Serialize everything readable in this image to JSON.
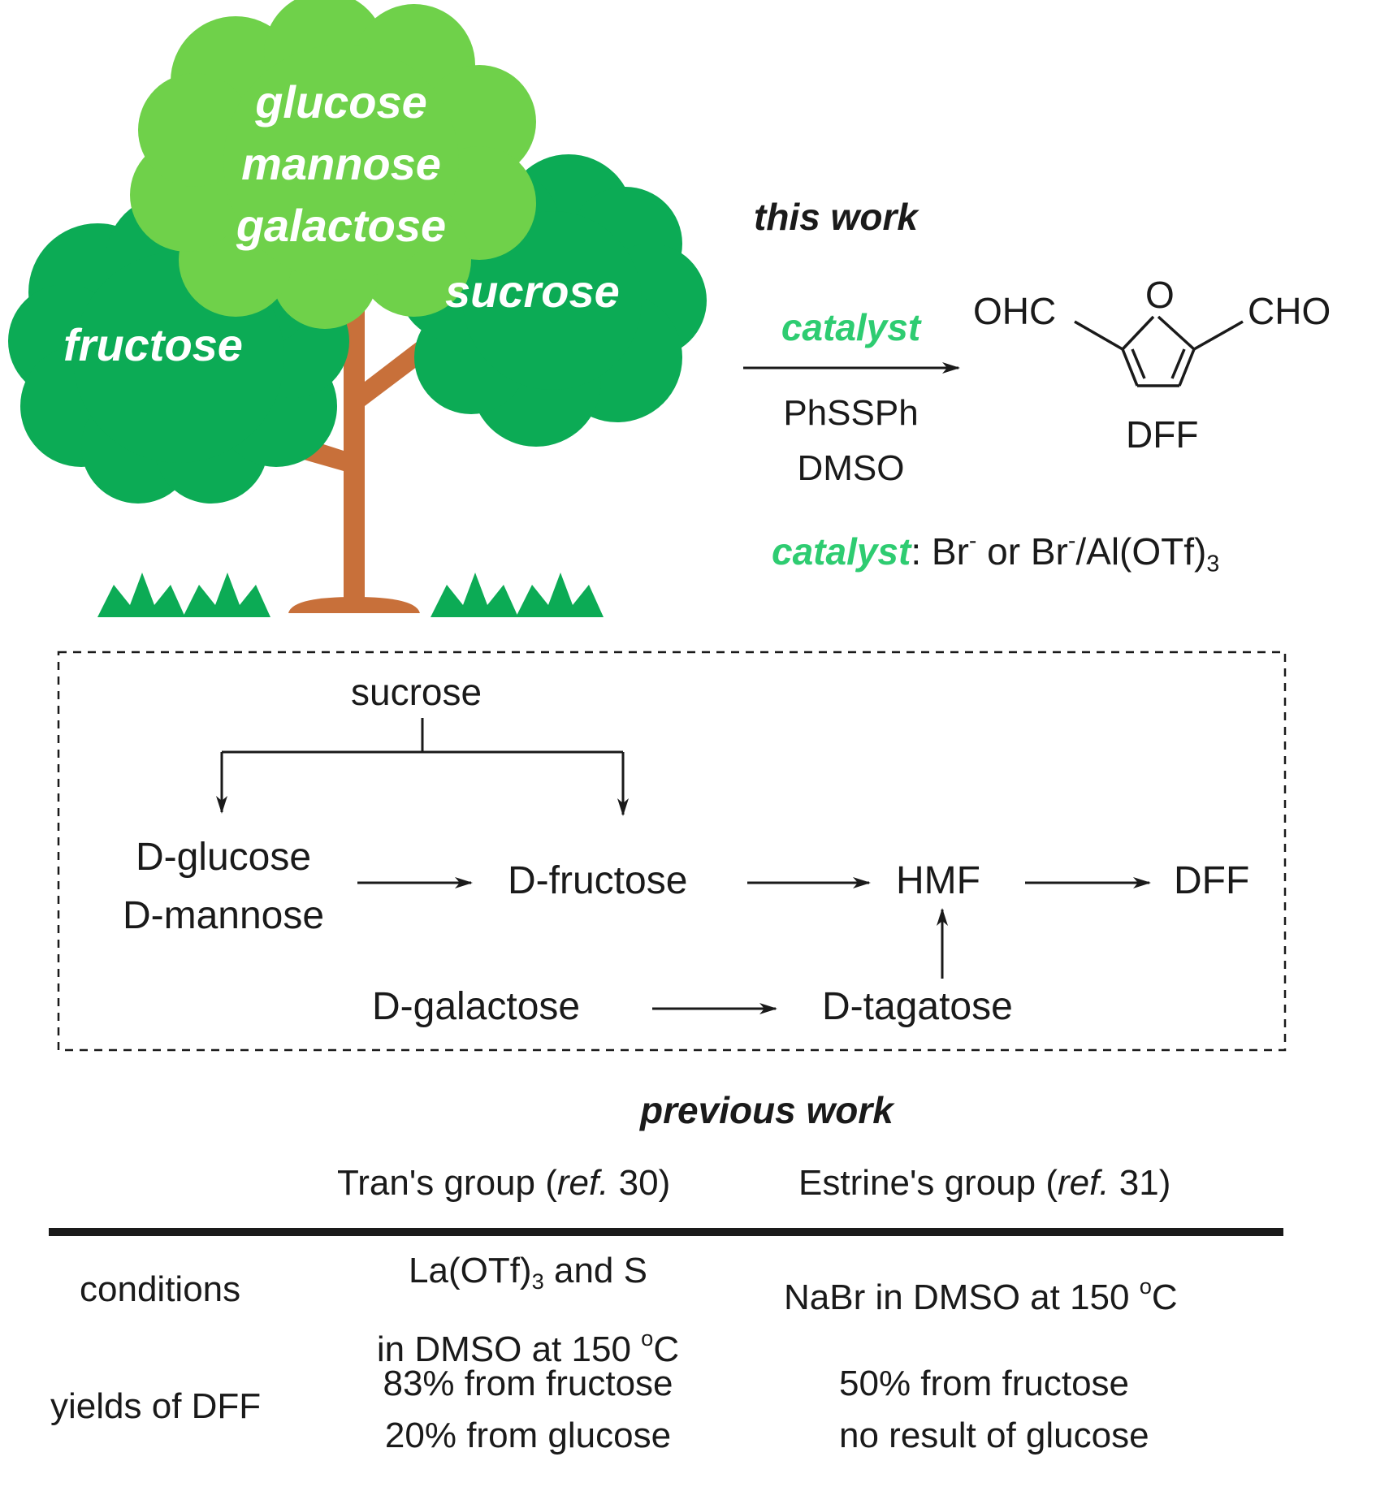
{
  "tree": {
    "top_cloud": [
      "glucose",
      "mannose",
      "galactose"
    ],
    "left_cloud": "fructose",
    "right_cloud": "sucrose"
  },
  "this_work": {
    "heading": "this work",
    "arrow_top": "catalyst",
    "arrow_bottom": [
      "PhSSPh",
      "DMSO"
    ],
    "product_left": "OHC",
    "product_ring_atom": "O",
    "product_right": "CHO",
    "product_name": "DFF",
    "catalyst_label": "catalyst",
    "catalyst_colon": ":",
    "catalyst_text": {
      "br1": "Br",
      "minus": "-",
      "or": " or ",
      "br2": "Br",
      "slash_al": "/Al(OTf)",
      "three": "3"
    }
  },
  "pathway": {
    "sucrose": "sucrose",
    "d_glucose": "D-glucose",
    "d_mannose": "D-mannose",
    "d_fructose": "D-fructose",
    "hmf": "HMF",
    "dff": "DFF",
    "d_galactose": "D-galactose",
    "d_tagatose": "D-tagatose"
  },
  "previous_work": {
    "heading": "previous work",
    "columns": {
      "tran": {
        "name": "Tran's group (",
        "ref_label": "ref.",
        "ref_num": " 30)"
      },
      "estrine": {
        "name": "Estrine's group (",
        "ref_label": "ref.",
        "ref_num": " 31)"
      }
    },
    "rows": {
      "conditions_label": "conditions",
      "tran_conditions_1a": "La(OTf)",
      "tran_conditions_1b": "3",
      "tran_conditions_1c": " and S",
      "tran_conditions_2a": "in DMSO at 150 ",
      "degree": "o",
      "celsius": "C",
      "estrine_conditions_a": "NaBr in DMSO at 150 ",
      "yields_label": "yields of DFF",
      "tran_yield_1": "83% from fructose",
      "tran_yield_2": "20% from glucose",
      "estrine_yield_1": "50% from fructose",
      "estrine_yield_2": "no result of glucose"
    }
  },
  "colors": {
    "light_green": "#6fd14a",
    "dark_green": "#0cab55",
    "trunk": "#c8703a",
    "catalyst_green": "#2ecc71"
  }
}
